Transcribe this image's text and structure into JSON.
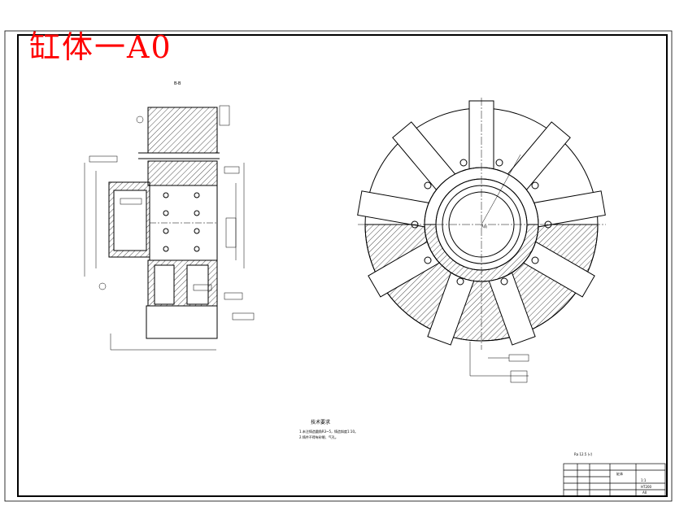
{
  "drawing": {
    "title_overlay": "缸体一A0",
    "title_color": "#ff0000",
    "line_color": "#000000",
    "section_label": "B-B",
    "right_view_label": "A向",
    "notes_title": "技术要求",
    "notes": [
      "1.未注铸造圆角R3~5，铸造斜度1:10。",
      "2.铸件不得有砂眼、气孔。"
    ],
    "roughness_general": "Ra 12.5 (√)",
    "title_block": {
      "part_name": "缸体",
      "material": "HT200",
      "scale": "1:1",
      "drawing_no": "A0"
    }
  }
}
